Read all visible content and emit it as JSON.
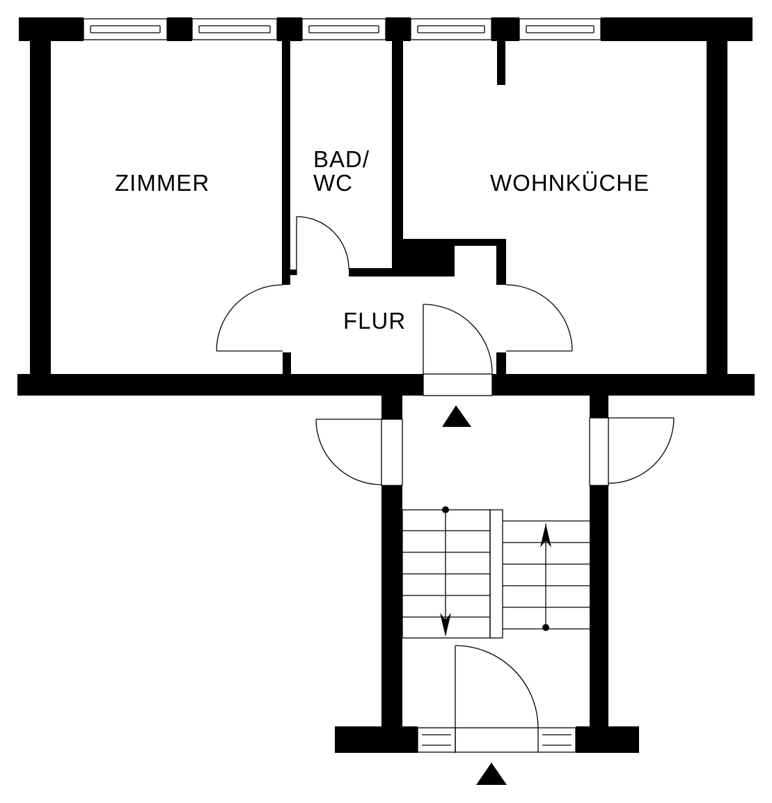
{
  "rooms": {
    "zimmer": "ZIMMER",
    "bad_wc_line1": "BAD/",
    "bad_wc_line2": "WC",
    "wohnkueche": "WOHNKÜCHE",
    "flur": "FLUR"
  },
  "colors": {
    "wall": "#000000",
    "background": "#ffffff"
  },
  "icons": {
    "entrance_marker": "filled-triangle",
    "stair_direction": "arrow-with-dot"
  }
}
